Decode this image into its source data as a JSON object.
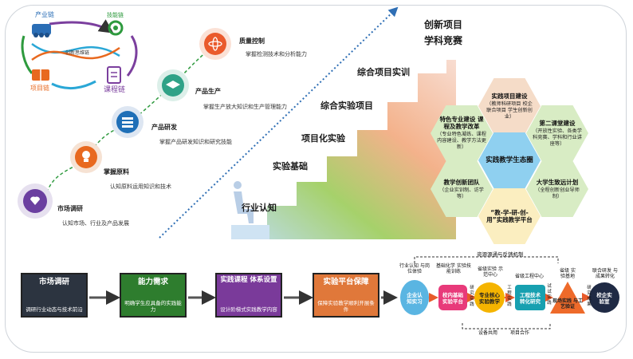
{
  "chain": {
    "industry": "产业链",
    "skill": "技能链",
    "project": "项目链",
    "course": "课程链",
    "center": "创新思维链"
  },
  "growth_steps": [
    {
      "title": "市场调研",
      "desc": "认知市场、行业及产品发展",
      "color": "#6b3fa0",
      "icon": "heart-icon"
    },
    {
      "title": "掌握原料",
      "desc": "认知原料运用知识和技术",
      "color": "#e8691f",
      "icon": "bulb-icon"
    },
    {
      "title": "产品研发",
      "desc": "掌握产品研发知识和研究技能",
      "color": "#1f6fb7",
      "icon": "books-icon"
    },
    {
      "title": "产品生产",
      "desc": "掌握生产放大知识和生产管理能力",
      "color": "#2fa287",
      "icon": "cap-icon"
    },
    {
      "title": "质量控制",
      "desc": "掌握检测技术和分析能力",
      "color": "#ea5a2c",
      "icon": "atom-icon"
    }
  ],
  "stairs": [
    "行业认知",
    "实验基础",
    "项目化实验",
    "综合实验项目",
    "综合项目实训",
    "创新项目",
    "学科竞赛"
  ],
  "hex": {
    "center": "实践教学生态圈",
    "top": {
      "title": "实践项目建设",
      "desc": "（教师科研项目 校企联合项目 学生创新创业）"
    },
    "upper_left": {
      "title": "特色专业建设 课程及教学改革",
      "desc": "（专业特色凝练、课程内容建设、教学方法更新）"
    },
    "upper_right": {
      "title": "第二课堂建设",
      "desc": "（开放性实验、各类学科竞赛、学科和行业讲座等）"
    },
    "lower_left": {
      "title": "教学创新团队",
      "desc": "（企业实训制、访学等）"
    },
    "lower_right": {
      "title": "大学生致远计划",
      "desc": "（全程创新创业导师制）"
    },
    "bottom": {
      "title": "“教-学-研-创-用”实践教学平台",
      "desc": ""
    }
  },
  "phases": [
    {
      "title": "市场调研",
      "desc": "调研行业动态与技术前沿",
      "color": "#2c3440"
    },
    {
      "title": "能力需求",
      "desc": "明确学生应具备的实践能力",
      "color": "#2e7d2e"
    },
    {
      "title": "实践课程 体系设置",
      "desc": "设计阶梯式实践教学内容",
      "color": "#7a3a9a"
    },
    {
      "title": "实验平台保障",
      "desc": "保障实验教学顺利开展条件",
      "color": "#e0783a"
    }
  ],
  "flow": {
    "top_note": "资源源通与反馈机制",
    "bottom_note1": "设备共用",
    "bottom_note2": "项目合作",
    "label1": "行业认知 与岗位体验",
    "label2": "基础化学 实验技能训练",
    "label3": "省级实验 示范中心",
    "label4": "省级工程中心",
    "label5": "省级 实验基地",
    "label6": "联合研发 与成果转化",
    "node1": "企业认 知实习",
    "node2": "校内基础 实验平台",
    "node3": "专业核心 实验教学",
    "node4": "工程技术 转化研究",
    "node5": "现场实践 与工艺验证",
    "node6": "校企实 验室",
    "side1": "研究 实践",
    "side2": "工程 实践",
    "side3": "试试 实践",
    "side4": "研究 成果"
  }
}
